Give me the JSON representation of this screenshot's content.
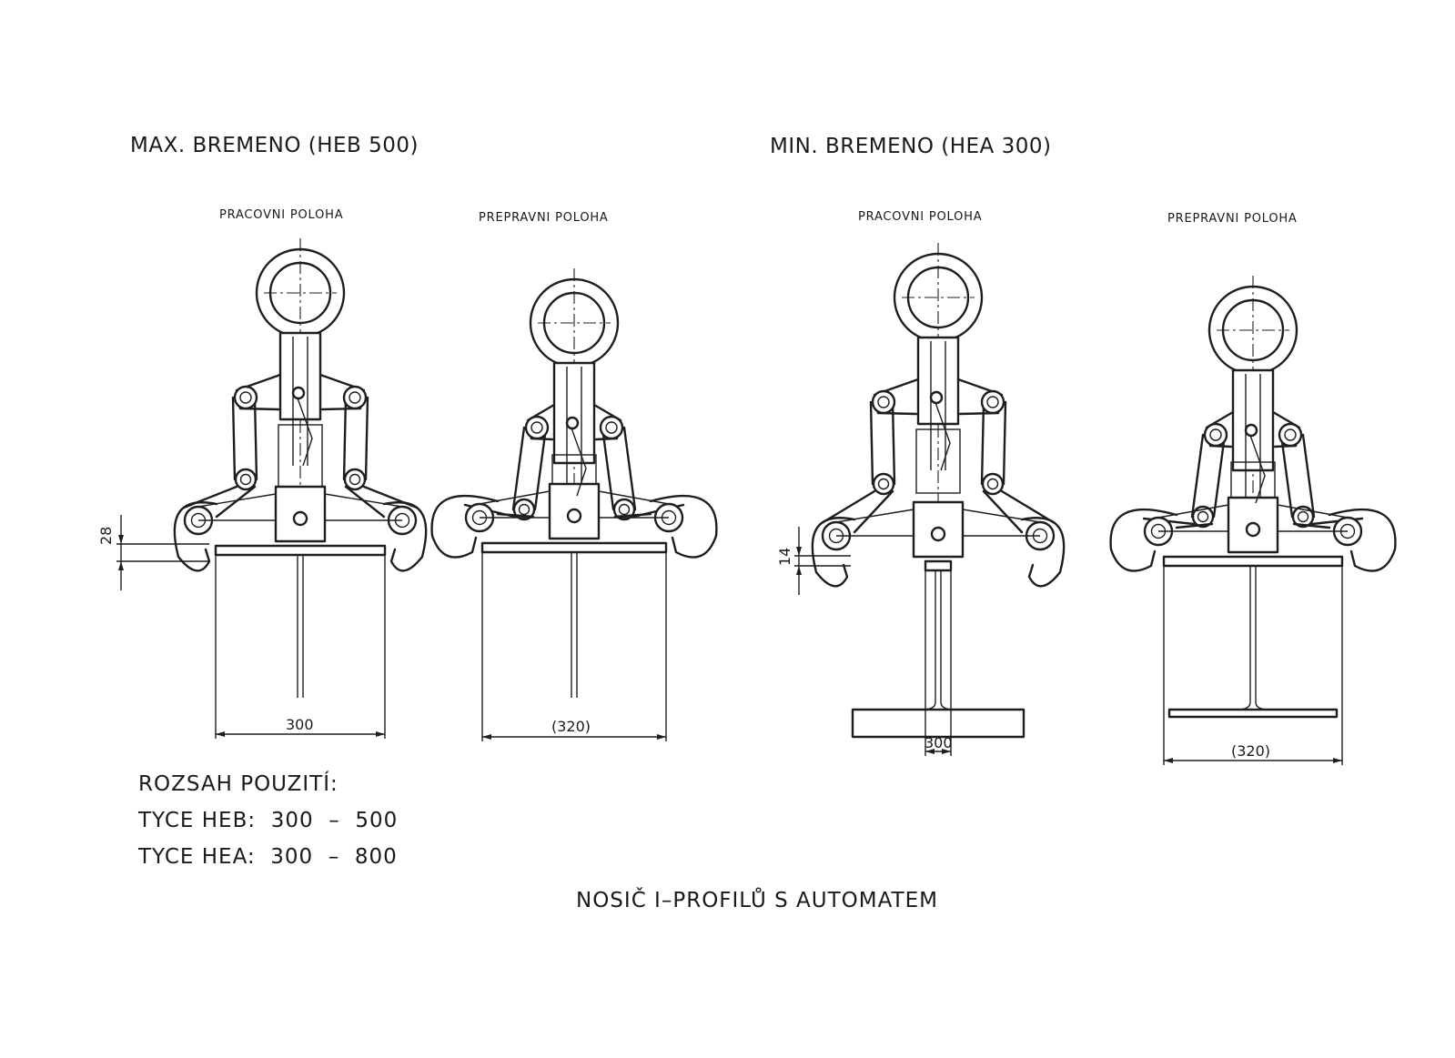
{
  "headings": {
    "left": "MAX. BREMENO (HEB 500)",
    "right": "MIN. BREMENO (HEA 300)"
  },
  "views": [
    {
      "label": "PRACOVNI POLOHA",
      "dim": "300",
      "gap_dim": "28"
    },
    {
      "label": "PREPRAVNI POLOHA",
      "dim": "(320)"
    },
    {
      "label": "PRACOVNI POLOHA",
      "dim": "300",
      "gap_dim": "14"
    },
    {
      "label": "PREPRAVNI POLOHA",
      "dim": "(320)"
    }
  ],
  "usage": {
    "title": "ROZSAH POUZITÍ:",
    "line1": "TYCE HEB:  300  –  500",
    "line2": "TYCE HEA:  300  –  800"
  },
  "caption": "NOSIČ I–PROFILŮ S AUTOMATEM"
}
